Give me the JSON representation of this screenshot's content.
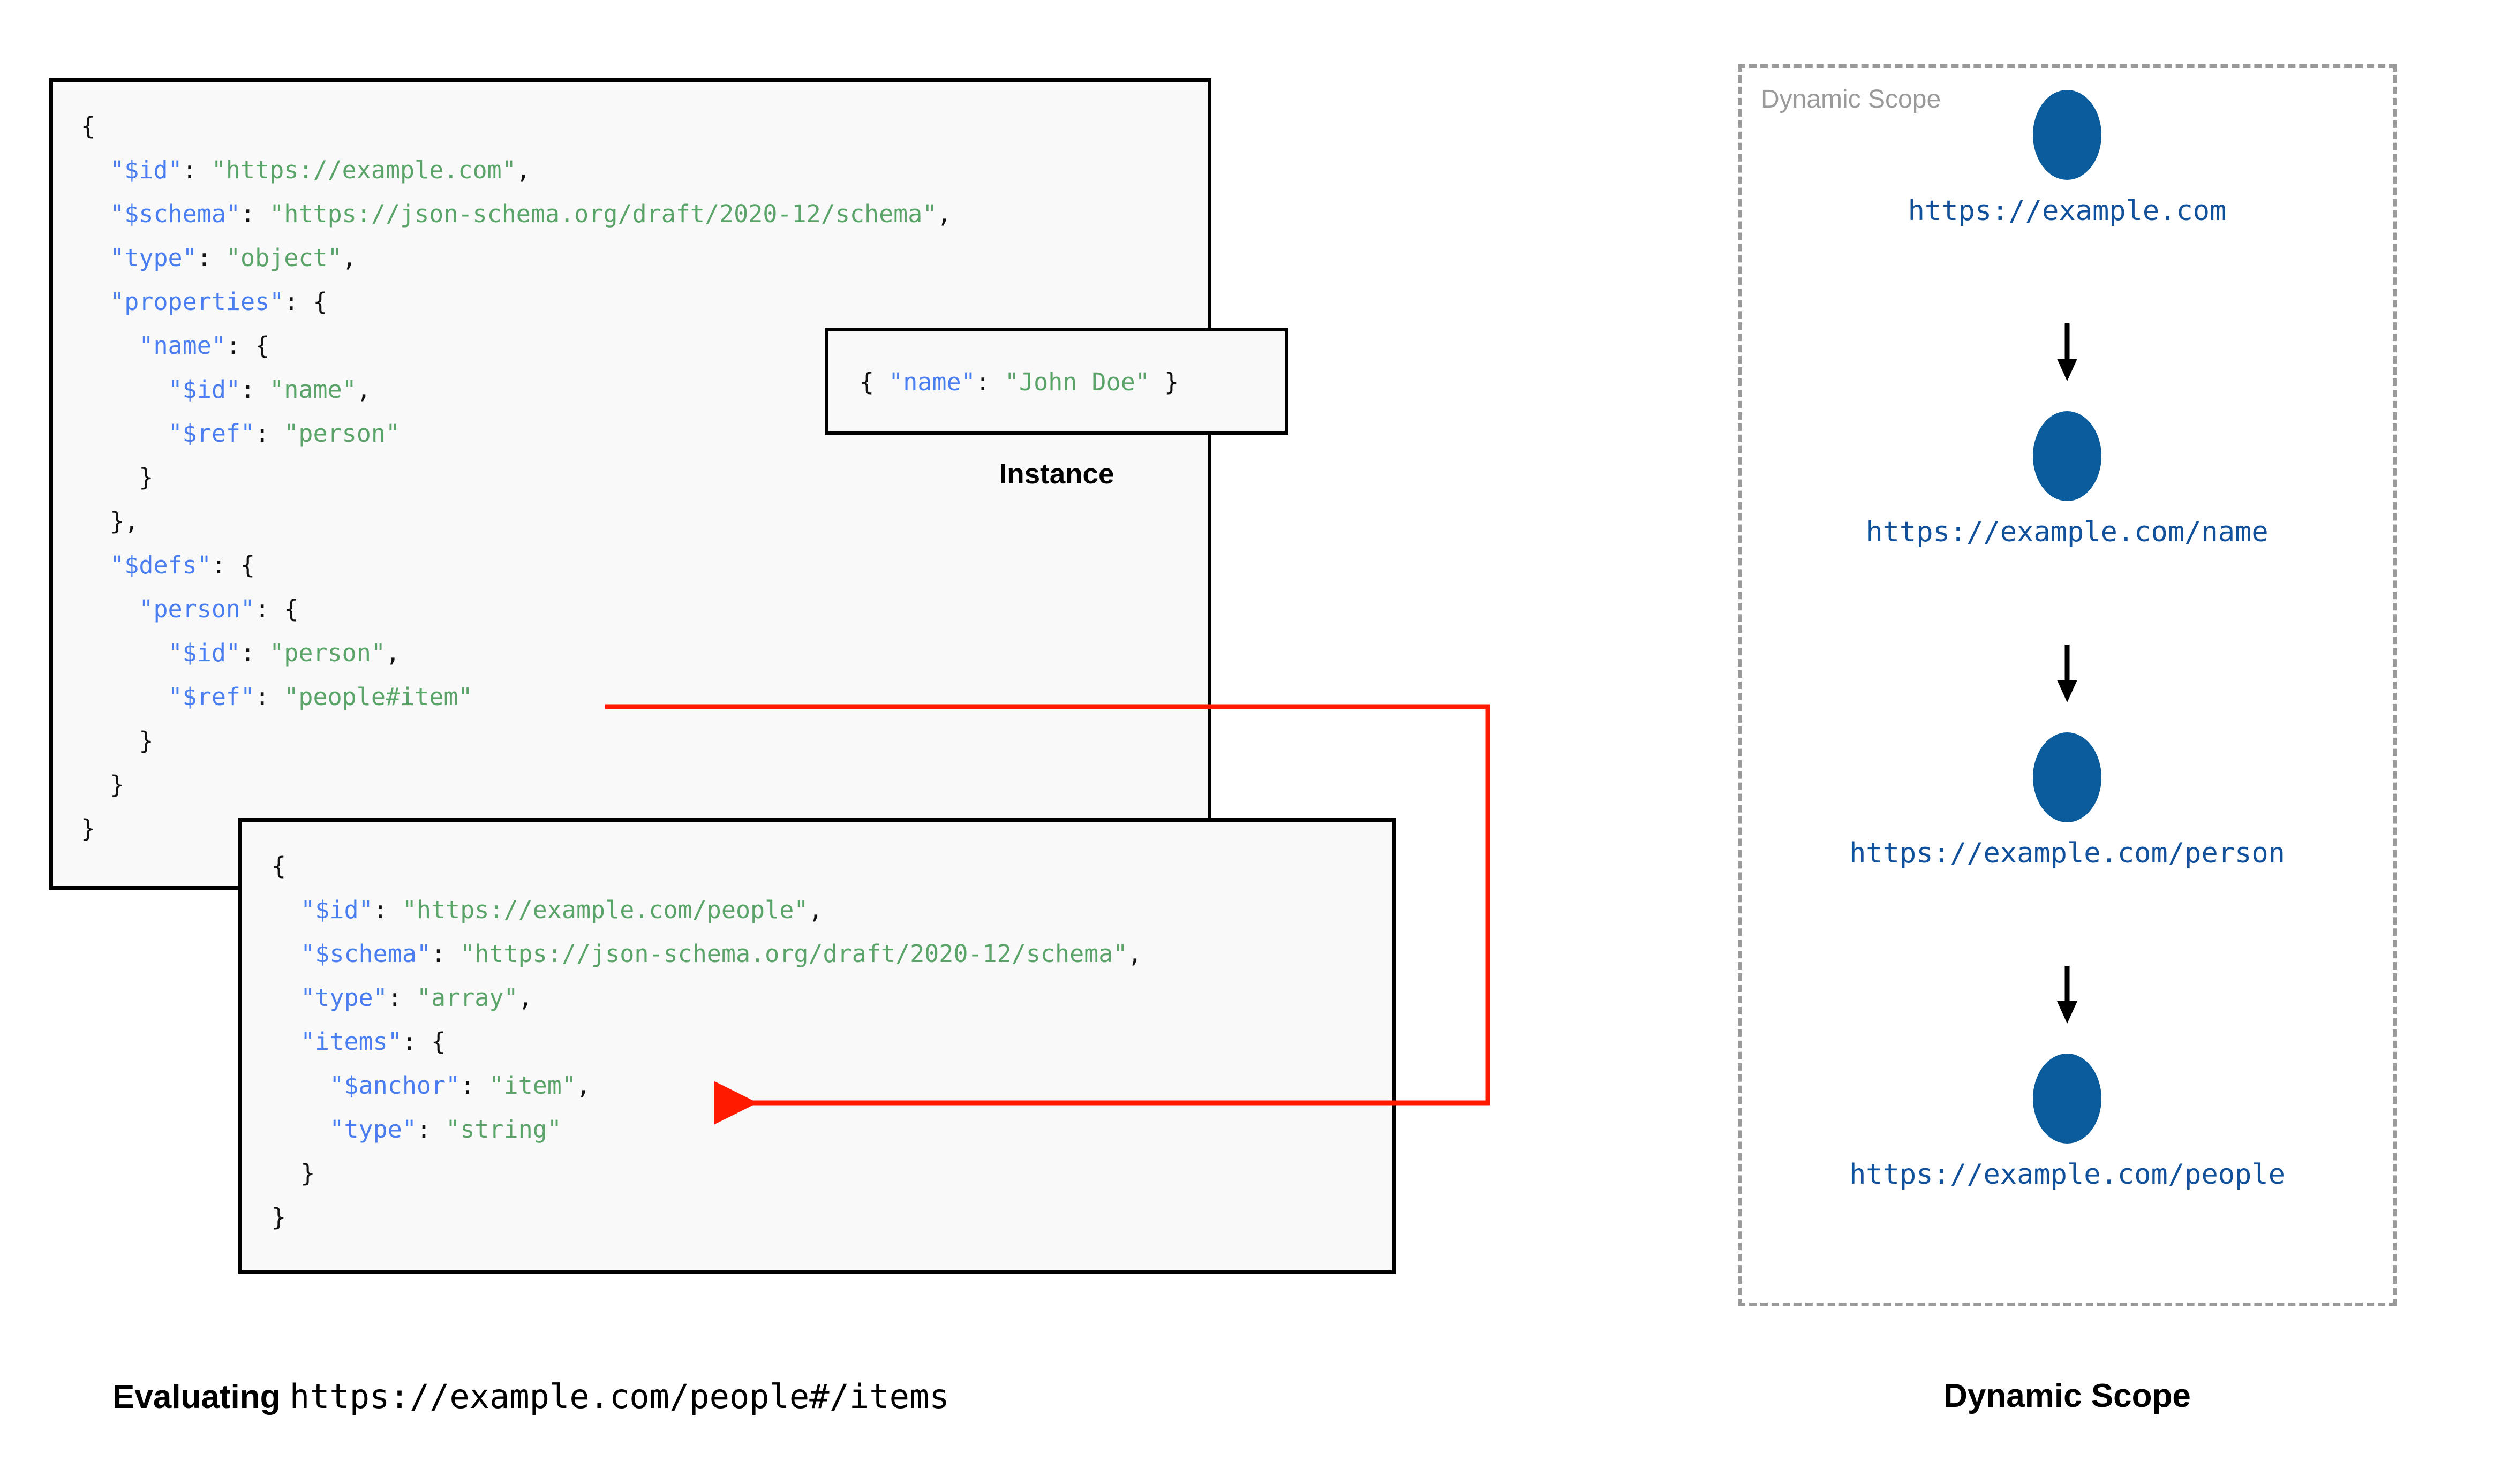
{
  "colors": {
    "json_key": "#4a7ef0",
    "json_string": "#5aa469",
    "punctuation": "#111111",
    "node_fill": "#0b5c9c",
    "node_label": "#11519c",
    "connector_red": "#ff1a00",
    "scope_border": "#9a9a9a",
    "box_border": "#000000",
    "box_background": "#f9f9f9"
  },
  "schema_root": {
    "name": "root-schema",
    "lines": [
      {
        "indent": 0,
        "tokens": [
          {
            "t": "p",
            "v": "{"
          }
        ]
      },
      {
        "indent": 1,
        "tokens": [
          {
            "t": "k",
            "v": "\"$id\""
          },
          {
            "t": "p",
            "v": ": "
          },
          {
            "t": "s",
            "v": "\"https://example.com\""
          },
          {
            "t": "p",
            "v": ","
          }
        ]
      },
      {
        "indent": 1,
        "tokens": [
          {
            "t": "k",
            "v": "\"$schema\""
          },
          {
            "t": "p",
            "v": ": "
          },
          {
            "t": "s",
            "v": "\"https://json-schema.org/draft/2020-12/schema\""
          },
          {
            "t": "p",
            "v": ","
          }
        ]
      },
      {
        "indent": 1,
        "tokens": [
          {
            "t": "k",
            "v": "\"type\""
          },
          {
            "t": "p",
            "v": ": "
          },
          {
            "t": "s",
            "v": "\"object\""
          },
          {
            "t": "p",
            "v": ","
          }
        ]
      },
      {
        "indent": 1,
        "tokens": [
          {
            "t": "k",
            "v": "\"properties\""
          },
          {
            "t": "p",
            "v": ": {"
          }
        ]
      },
      {
        "indent": 2,
        "tokens": [
          {
            "t": "k",
            "v": "\"name\""
          },
          {
            "t": "p",
            "v": ": {"
          }
        ]
      },
      {
        "indent": 3,
        "tokens": [
          {
            "t": "k",
            "v": "\"$id\""
          },
          {
            "t": "p",
            "v": ": "
          },
          {
            "t": "s",
            "v": "\"name\""
          },
          {
            "t": "p",
            "v": ","
          }
        ]
      },
      {
        "indent": 3,
        "tokens": [
          {
            "t": "k",
            "v": "\"$ref\""
          },
          {
            "t": "p",
            "v": ": "
          },
          {
            "t": "s",
            "v": "\"person\""
          }
        ]
      },
      {
        "indent": 2,
        "tokens": [
          {
            "t": "p",
            "v": "}"
          }
        ]
      },
      {
        "indent": 1,
        "tokens": [
          {
            "t": "p",
            "v": "},"
          }
        ]
      },
      {
        "indent": 1,
        "tokens": [
          {
            "t": "k",
            "v": "\"$defs\""
          },
          {
            "t": "p",
            "v": ": {"
          }
        ]
      },
      {
        "indent": 2,
        "tokens": [
          {
            "t": "k",
            "v": "\"person\""
          },
          {
            "t": "p",
            "v": ": {"
          }
        ]
      },
      {
        "indent": 3,
        "tokens": [
          {
            "t": "k",
            "v": "\"$id\""
          },
          {
            "t": "p",
            "v": ": "
          },
          {
            "t": "s",
            "v": "\"person\""
          },
          {
            "t": "p",
            "v": ","
          }
        ]
      },
      {
        "indent": 3,
        "tokens": [
          {
            "t": "k",
            "v": "\"$ref\""
          },
          {
            "t": "p",
            "v": ": "
          },
          {
            "t": "s",
            "v": "\"people#item\""
          }
        ]
      },
      {
        "indent": 2,
        "tokens": [
          {
            "t": "p",
            "v": "}"
          }
        ]
      },
      {
        "indent": 1,
        "tokens": [
          {
            "t": "p",
            "v": "}"
          }
        ]
      },
      {
        "indent": 0,
        "tokens": [
          {
            "t": "p",
            "v": "}"
          }
        ]
      }
    ]
  },
  "instance": {
    "name": "instance-document",
    "caption": "Instance",
    "lines": [
      {
        "indent": 0,
        "tokens": [
          {
            "t": "p",
            "v": "{ "
          },
          {
            "t": "k",
            "v": "\"name\""
          },
          {
            "t": "p",
            "v": ": "
          },
          {
            "t": "s",
            "v": "\"John Doe\""
          },
          {
            "t": "p",
            "v": " }"
          }
        ]
      }
    ]
  },
  "schema_people": {
    "name": "people-schema",
    "lines": [
      {
        "indent": 0,
        "tokens": [
          {
            "t": "p",
            "v": "{"
          }
        ]
      },
      {
        "indent": 1,
        "tokens": [
          {
            "t": "k",
            "v": "\"$id\""
          },
          {
            "t": "p",
            "v": ": "
          },
          {
            "t": "s",
            "v": "\"https://example.com/people\""
          },
          {
            "t": "p",
            "v": ","
          }
        ]
      },
      {
        "indent": 1,
        "tokens": [
          {
            "t": "k",
            "v": "\"$schema\""
          },
          {
            "t": "p",
            "v": ": "
          },
          {
            "t": "s",
            "v": "\"https://json-schema.org/draft/2020-12/schema\""
          },
          {
            "t": "p",
            "v": ","
          }
        ]
      },
      {
        "indent": 1,
        "tokens": [
          {
            "t": "k",
            "v": "\"type\""
          },
          {
            "t": "p",
            "v": ": "
          },
          {
            "t": "s",
            "v": "\"array\""
          },
          {
            "t": "p",
            "v": ","
          }
        ]
      },
      {
        "indent": 1,
        "tokens": [
          {
            "t": "k",
            "v": "\"items\""
          },
          {
            "t": "p",
            "v": ": {"
          }
        ]
      },
      {
        "indent": 2,
        "tokens": [
          {
            "t": "k",
            "v": "\"$anchor\""
          },
          {
            "t": "p",
            "v": ": "
          },
          {
            "t": "s",
            "v": "\"item\""
          },
          {
            "t": "p",
            "v": ","
          }
        ]
      },
      {
        "indent": 2,
        "tokens": [
          {
            "t": "k",
            "v": "\"type\""
          },
          {
            "t": "p",
            "v": ": "
          },
          {
            "t": "s",
            "v": "\"string\""
          }
        ]
      },
      {
        "indent": 1,
        "tokens": [
          {
            "t": "p",
            "v": "}"
          }
        ]
      },
      {
        "indent": 0,
        "tokens": [
          {
            "t": "p",
            "v": "}"
          }
        ]
      }
    ]
  },
  "connector": {
    "name": "ref-to-anchor-connector",
    "from": "\"$ref\": \"people#item\"",
    "to": "\"$anchor\": \"item\"",
    "color": "#ff1a00"
  },
  "dynamic_scope": {
    "inline_label": "Dynamic Scope",
    "caption": "Dynamic Scope",
    "nodes": [
      {
        "label": "https://example.com"
      },
      {
        "label": "https://example.com/name"
      },
      {
        "label": "https://example.com/person"
      },
      {
        "label": "https://example.com/people"
      }
    ]
  },
  "evaluating_caption": {
    "prefix": "Evaluating",
    "url": "https://example.com/people#/items"
  }
}
